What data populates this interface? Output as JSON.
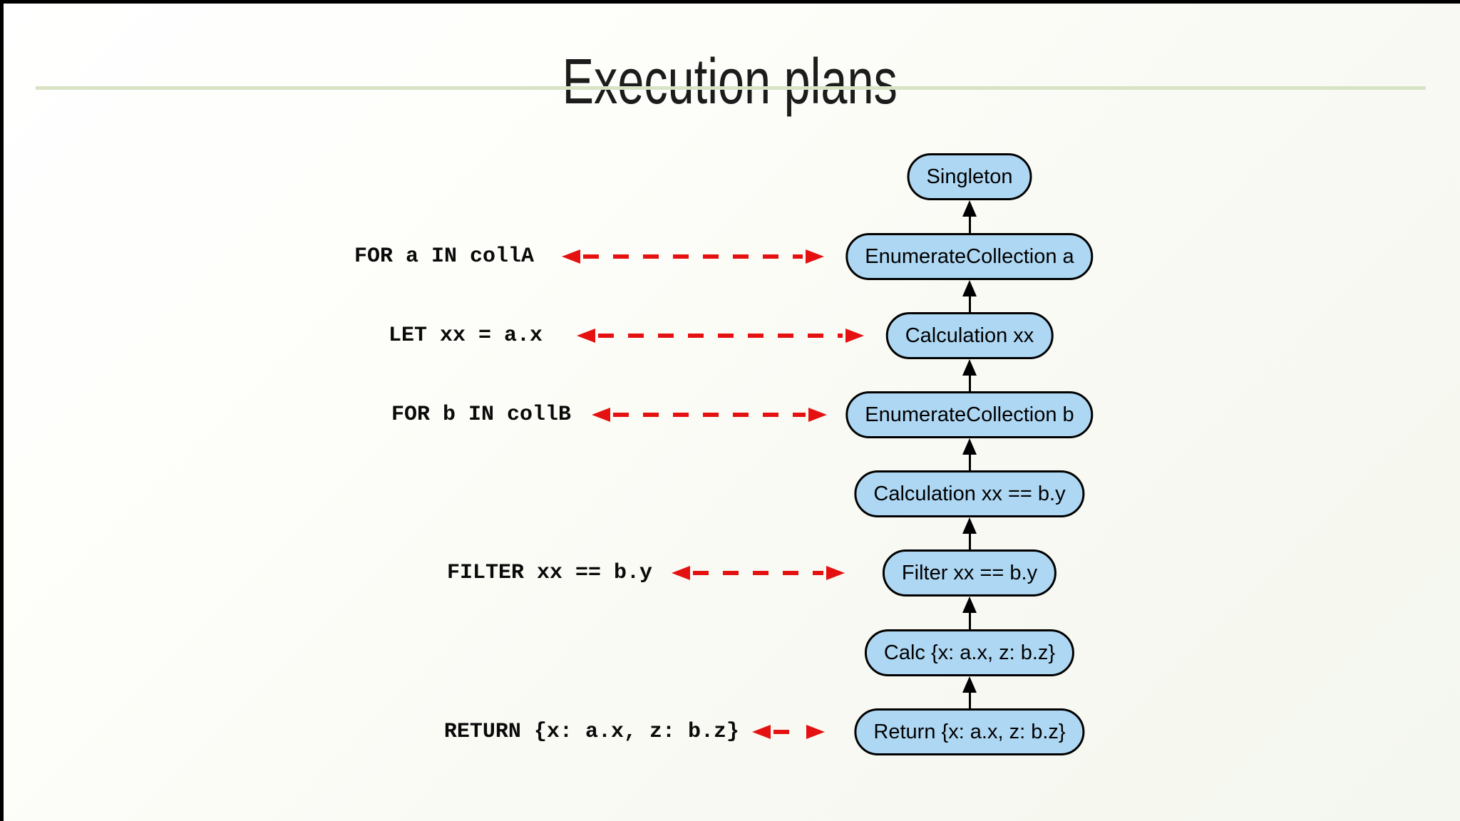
{
  "slide": {
    "title": "Execution plans",
    "accent_line_color": "#d8e3c6",
    "background_color": "#f8f9f2",
    "border_color": "#000000"
  },
  "diagram": {
    "colors": {
      "node_fill": "#aed7f3",
      "node_border": "#000000",
      "flow_arrow": "#000000",
      "mapping_arrow_red": "#e51111"
    },
    "nodes": [
      {
        "label": "Singleton"
      },
      {
        "label": "EnumerateCollection a"
      },
      {
        "label": "Calculation xx"
      },
      {
        "label": "EnumerateCollection b"
      },
      {
        "label": "Calculation xx == b.y"
      },
      {
        "label": "Filter xx == b.y"
      },
      {
        "label": "Calc {x: a.x, z: b.z}"
      },
      {
        "label": "Return {x: a.x, z: b.z}"
      }
    ],
    "code_labels": [
      {
        "text": "FOR a IN collA",
        "maps_to": "EnumerateCollection a"
      },
      {
        "text": "LET xx = a.x",
        "maps_to": "Calculation xx"
      },
      {
        "text": "FOR b IN collB",
        "maps_to": "EnumerateCollection b"
      },
      {
        "text": "FILTER xx == b.y",
        "maps_to": "Filter xx == b.y"
      },
      {
        "text": "RETURN {x: a.x, z: b.z}",
        "maps_to": "Return {x: a.x, z: b.z}"
      }
    ]
  }
}
